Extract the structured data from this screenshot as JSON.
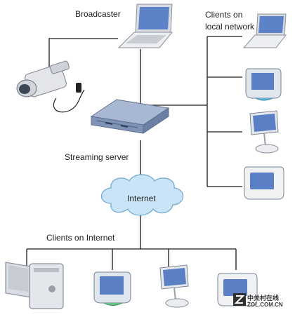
{
  "labels": {
    "broadcaster": "Broadcaster",
    "clients_local": "Clients on\nlocal network",
    "streaming_server": "Streaming server",
    "internet": "Internet",
    "clients_internet": "Clients on Internet"
  },
  "watermark": {
    "line1": "中关村在线",
    "line2": "ZOL.COM.CN"
  },
  "icons": {
    "broadcaster": "laptop-icon",
    "camera": "video-camera-icon",
    "server": "rack-server-icon",
    "cloud": "cloud-icon",
    "local_clients": [
      "laptop-icon",
      "imac-g3-icon",
      "imac-flatpanel-icon",
      "emac-icon"
    ],
    "internet_clients": [
      "power-mac-g4-icon",
      "imac-g3-icon",
      "imac-flatpanel-icon",
      "emac-icon"
    ]
  },
  "colors": {
    "line": "#1a1a1a",
    "cloud_fill": "#c9e4f7",
    "cloud_stroke": "#6ea6cf",
    "server": "#7f93b6",
    "device_body": "#e8eaed",
    "screen": "#5a7fc4"
  }
}
